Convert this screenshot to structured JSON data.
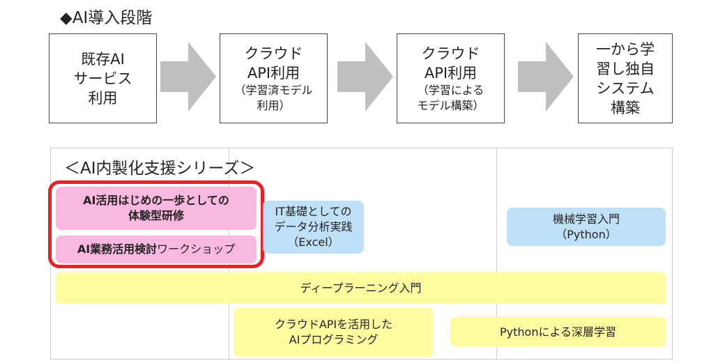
{
  "heading": "◆AI導入段階",
  "stages": [
    {
      "main": "既存AI\nサービス\n利用",
      "sub": ""
    },
    {
      "main": "クラウド\nAPI利用",
      "sub": "（学習済モデル\n利用）"
    },
    {
      "main": "クラウド\nAPI利用",
      "sub": "（学習による\nモデル構築）"
    },
    {
      "main": "一から学\n習し独自\nシステム\n構築",
      "sub": ""
    }
  ],
  "series": {
    "title": "＜AI内製化支援シリーズ＞",
    "courses": {
      "ai_first_step": "AI活用はじめの一歩としての\n体験型研修",
      "workshop_bold": "AI業務活用検討",
      "workshop_rest": "ワークショップ",
      "it_data_analysis": "IT基礎としての\nデータ分析実践\n（Excel）",
      "ml_intro": "機械学習入門\n（Python）",
      "deep_learning": "ディープラーニング入門",
      "cloud_api_programming": "クラウドAPIを活用した\nAIプログラミング",
      "python_deep_learning": "Pythonによる深層学習"
    }
  },
  "colors": {
    "stage_border": "#444444",
    "arrow": "#bfbfbf",
    "pink": "#f9b8e0",
    "blue": "#bfe0f7",
    "yellow": "#fdfb9f",
    "highlight": "#e8202a",
    "panel_border": "#cfcfcf"
  }
}
